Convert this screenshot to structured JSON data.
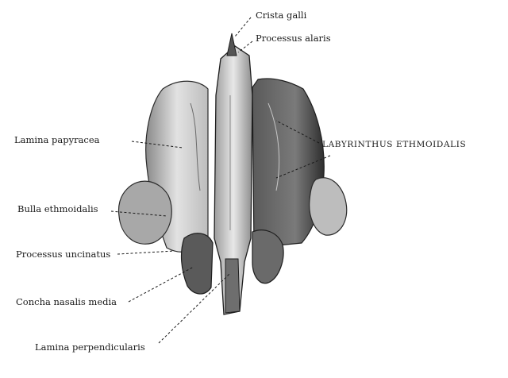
{
  "labels": {
    "crista_galli": "Crista galli",
    "processus_alaris": "Processus alaris",
    "lamina_papyracea": "Lamina papyracea",
    "labyrinthus": "LABYRINTHUS ETHMOIDALIS",
    "bulla_ethmoidalis": "Bulla ethmoidalis",
    "processus_uncinatus": "Processus uncinatus",
    "concha_nasalis_media": "Concha nasalis media",
    "lamina_perpendicularis": "Lamina perpendicularis"
  },
  "colors": {
    "ink": "#1a1a1a",
    "bone_light": "#d9d9d9",
    "bone_mid": "#9a9a9a",
    "bone_dark": "#3c3c3c",
    "background": "#ffffff"
  }
}
